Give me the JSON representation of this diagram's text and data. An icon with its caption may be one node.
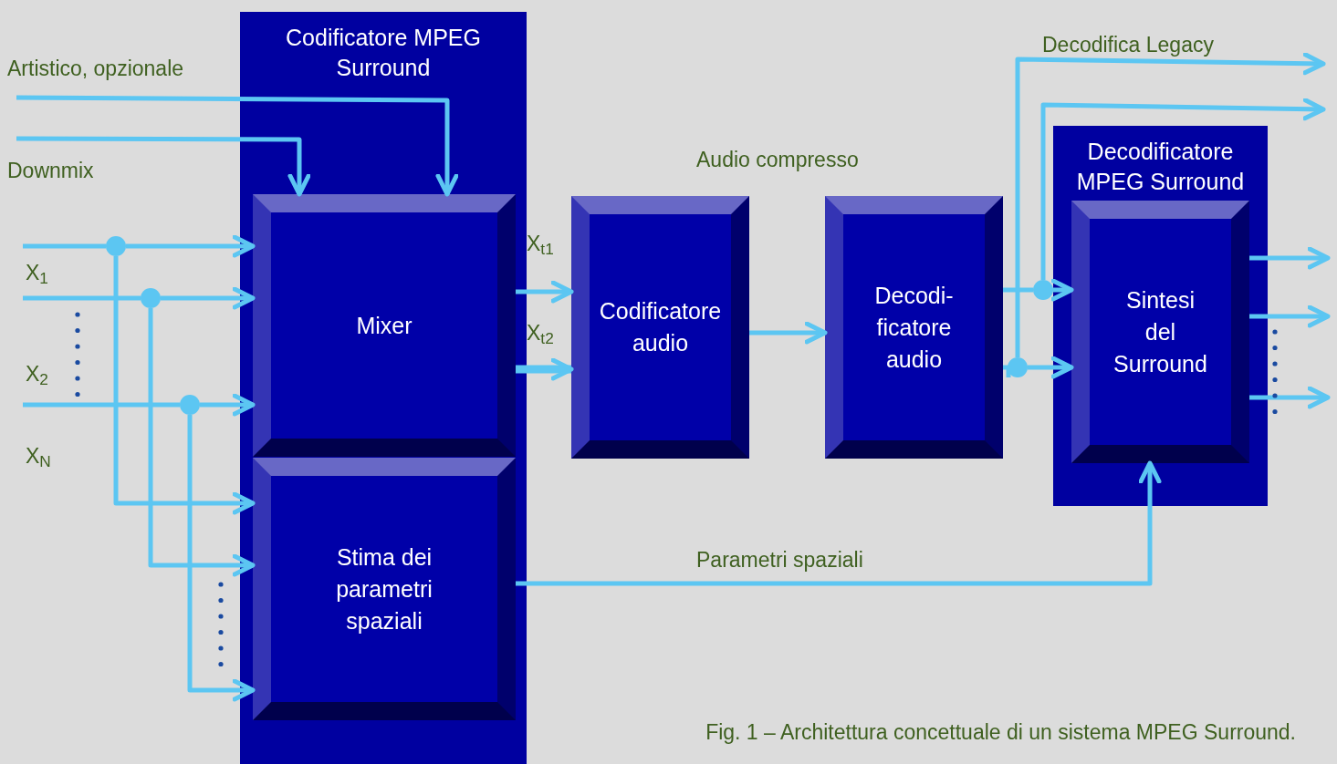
{
  "diagram": {
    "caption": "Fig. 1 – Architettura concettuale di un sistema MPEG Surround.",
    "nodes": [
      {
        "text": [
          "Codificatore MPEG Surround"
        ]
      },
      {
        "text": [
          "Mixer"
        ],
        "in": 0
      },
      {
        "text": [
          "Stima dei parametri spaziali"
        ],
        "in": 0
      },
      {
        "text": [
          "Codificatore audio"
        ]
      },
      {
        "text": [
          "Decodi- ficatore audio"
        ]
      },
      {
        "text": [
          "Decodificatore MPEG Surround"
        ]
      },
      {
        "text": [
          "Sintesi del Surround"
        ],
        "in": 5
      },
      {
        "text": [],
        "shape": "circle"
      },
      {
        "text": [],
        "shape": "circle"
      },
      {
        "text": [],
        "shape": "circle"
      },
      {
        "text": [],
        "shape": "circle"
      },
      {
        "text": [],
        "shape": "circle"
      }
    ],
    "edges": [
      {
        "from": null,
        "to": 1,
        "arrow": "to"
      },
      {
        "from": null,
        "to": 1,
        "arrow": "to"
      },
      {
        "from": null,
        "to": 7,
        "arrow": "none"
      },
      {
        "from": 7,
        "to": 1,
        "arrow": "to"
      },
      {
        "from": 7,
        "to": 2,
        "arrow": "to"
      },
      {
        "from": null,
        "to": 8,
        "arrow": "none"
      },
      {
        "from": 8,
        "to": 1,
        "arrow": "to"
      },
      {
        "from": 8,
        "to": 2,
        "arrow": "to"
      },
      {
        "from": null,
        "to": 9,
        "arrow": "none"
      },
      {
        "from": 9,
        "to": 1,
        "arrow": "to"
      },
      {
        "from": 9,
        "to": 2,
        "arrow": "to"
      },
      {
        "from": 1,
        "to": 3,
        "arrow": "to"
      },
      {
        "from": 1,
        "to": 3,
        "arrow": "to",
        "style": "thick"
      },
      {
        "from": 3,
        "to": 4,
        "arrow": "to"
      },
      {
        "from": 4,
        "to": 10,
        "arrow": "none"
      },
      {
        "from": 10,
        "to": 6,
        "arrow": "to"
      },
      {
        "from": 4,
        "to": 11,
        "arrow": "none"
      },
      {
        "from": 11,
        "to": 6,
        "arrow": "to"
      },
      {
        "from": 11,
        "to": null,
        "arrow": "to"
      },
      {
        "from": 10,
        "to": null,
        "arrow": "to"
      },
      {
        "from": 2,
        "to": 6,
        "arrow": "to"
      },
      {
        "from": 6,
        "to": null,
        "arrow": "to"
      },
      {
        "from": 6,
        "to": null,
        "arrow": "to"
      },
      {
        "from": 6,
        "to": null,
        "arrow": "to"
      }
    ],
    "labels": [
      "Artistico, opzionale",
      "Downmix",
      "X$_{1}$",
      "X$_{2}$",
      "X$_{N}$",
      "X$_{t1}$",
      "X$_{t2}$",
      "Audio compresso",
      "Parametri spaziali",
      "Decodifica Legacy"
    ]
  }
}
